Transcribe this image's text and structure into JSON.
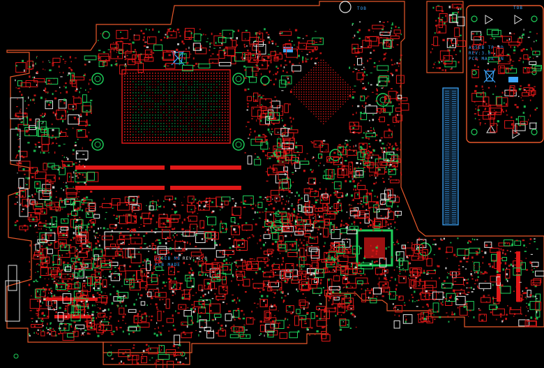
{
  "main_board": {
    "top_label": "TOB",
    "board_name": "AQ5EB MB",
    "rev": "REV:",
    "rev_value": "1.0",
    "made": "PCB MADE"
  },
  "side_board": {
    "top_label": "TOB",
    "board_name": "AQ5EB TP BD",
    "rev": "REV:3.0",
    "made": "PCB MADE IN"
  },
  "colors": {
    "background": "#000000",
    "outline": "#e8582a",
    "pad_red": "#e01818",
    "pad_green": "#1fcf5a",
    "silk_blue": "#3fa8ff",
    "silk_white": "#e8e8e8"
  }
}
